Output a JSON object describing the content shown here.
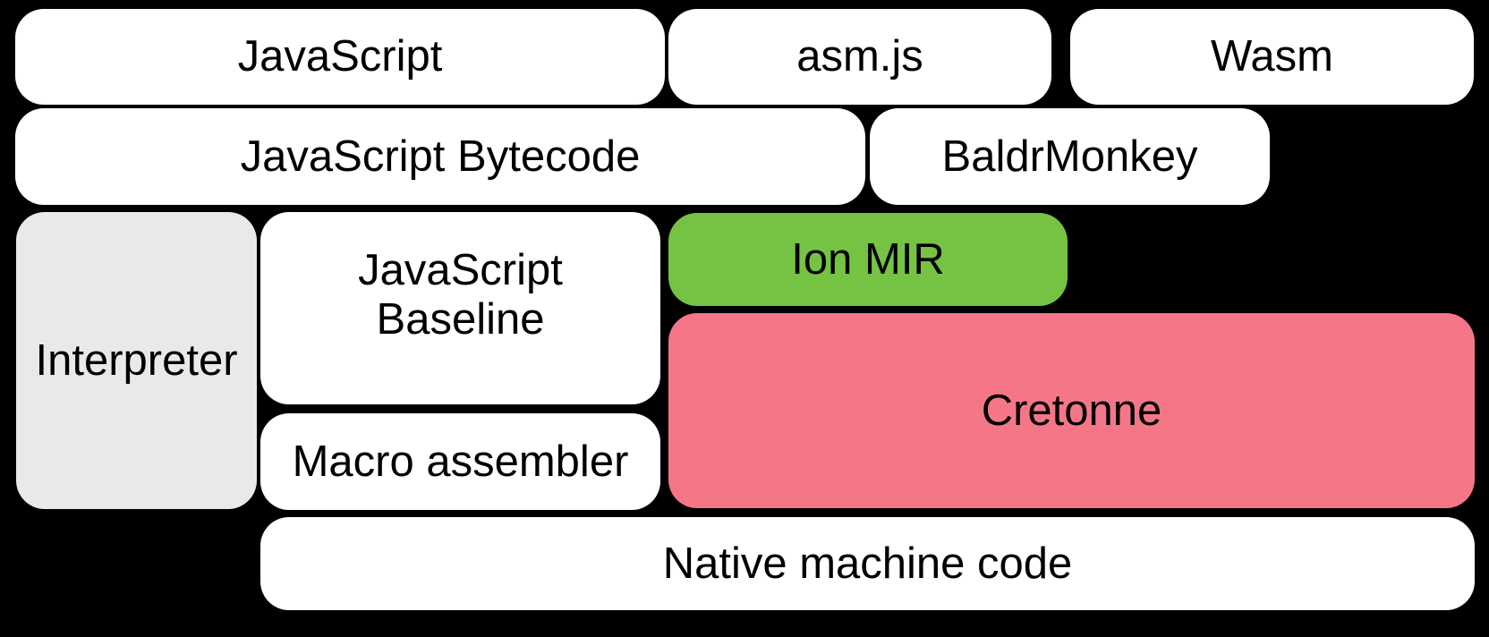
{
  "diagram": {
    "background_color": "#000000",
    "text_color": "#000000",
    "box_colors": {
      "white": "#ffffff",
      "gray": "#e9e9e9",
      "green": "#76c344",
      "pink": "#f57787"
    },
    "boxes": {
      "javascript": {
        "label": "JavaScript",
        "color": "#ffffff"
      },
      "asmjs": {
        "label": "asm.js",
        "color": "#ffffff"
      },
      "wasm": {
        "label": "Wasm",
        "color": "#ffffff"
      },
      "bytecode": {
        "label": "JavaScript Bytecode",
        "color": "#ffffff"
      },
      "baldrmonkey": {
        "label": "BaldrMonkey",
        "color": "#ffffff"
      },
      "interpreter": {
        "label": "Interpreter",
        "color": "#e9e9e9"
      },
      "baseline": {
        "label": "JavaScript Baseline",
        "line1": "JavaScript",
        "line2": "Baseline",
        "color": "#ffffff"
      },
      "ion_mir": {
        "label": "Ion MIR",
        "color": "#76c344"
      },
      "cretonne": {
        "label": "Cretonne",
        "color": "#f57787"
      },
      "macro_assembler": {
        "label": "Macro assembler",
        "color": "#ffffff"
      },
      "native": {
        "label": "Native machine code",
        "color": "#ffffff"
      }
    }
  }
}
